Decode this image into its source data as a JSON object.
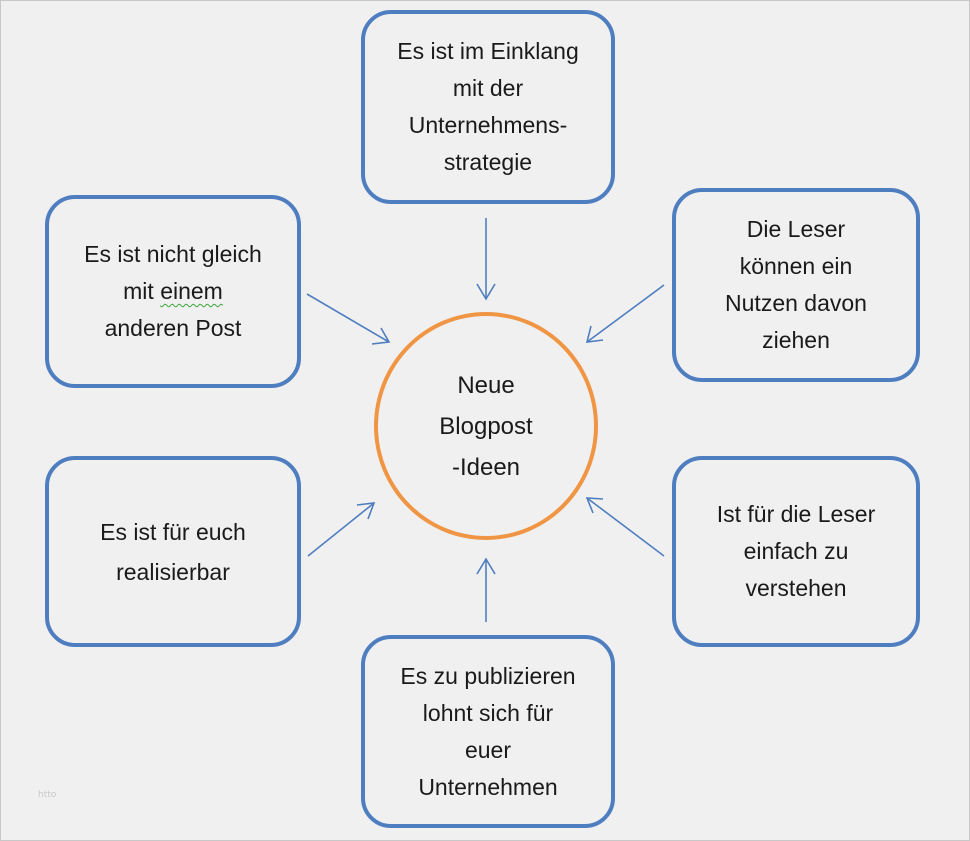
{
  "center": {
    "label": "Neue\nBlogpost\n-Ideen"
  },
  "boxes": {
    "top": "Es ist im Einklang\nmit der\nUnternehmens-\nstrategie",
    "top_left_line1": "Es ist nicht gleich",
    "top_left_pre": "mit ",
    "top_left_word": "einem",
    "top_left_line3": "anderen Post",
    "top_right": "Die Leser\nkönnen ein\nNutzen davon\nziehen",
    "bottom_left": "Es ist für euch\nrealisierbar",
    "bottom_right": "Ist für die Leser\neinfach zu\nverstehen",
    "bottom": "Es zu publizieren\nlohnt sich für\neuer\nUnternehmen"
  },
  "watermark": "htto",
  "colors": {
    "box_border": "#4f7ec0",
    "circle_border": "#ef9544",
    "arrow": "#4f7ec0",
    "background": "#f0f0f0"
  }
}
